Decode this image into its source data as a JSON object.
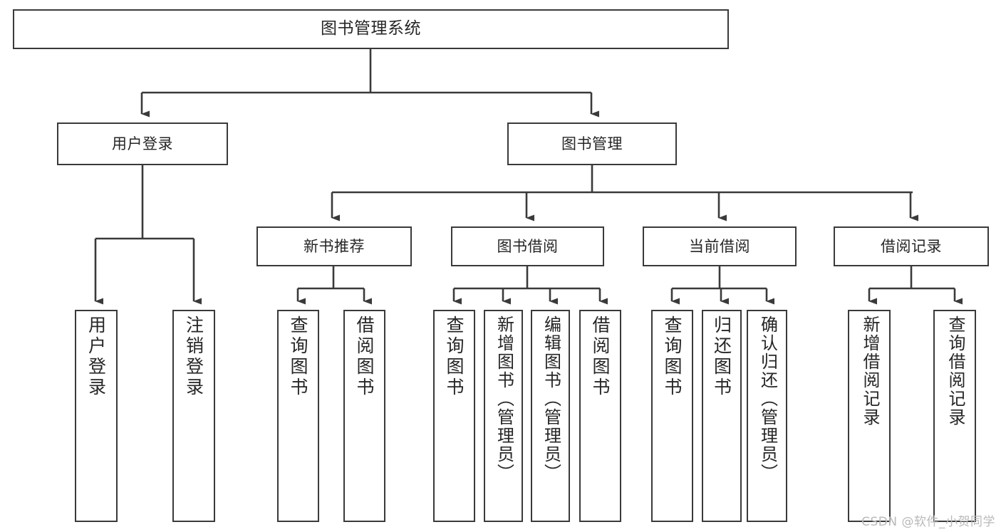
{
  "diagram": {
    "type": "tree",
    "title": "图书管理系统",
    "colors": {
      "box_border": "#3a3a3a",
      "box_fill": "#ffffff",
      "edge": "#3a3a3a",
      "text": "#262626",
      "watermark": "#b9b9b9",
      "background": "#ffffff"
    },
    "root": {
      "label": "图书管理系统"
    },
    "level2": [
      {
        "id": "user-login",
        "label": "用户登录"
      },
      {
        "id": "book-mgmt",
        "label": "图书管理"
      }
    ],
    "level3": [
      {
        "id": "new-book-rec",
        "label": "新书推荐"
      },
      {
        "id": "book-borrow",
        "label": "图书借阅"
      },
      {
        "id": "current-borrow",
        "label": "当前借阅"
      },
      {
        "id": "borrow-record",
        "label": "借阅记录"
      }
    ],
    "leaves": {
      "user-login": [
        "用户登录",
        "注销登录"
      ],
      "new-book-rec": [
        "查询图书",
        "借阅图书"
      ],
      "book-borrow": [
        "查询图书",
        "新增图书（管理员）",
        "编辑图书（管理员）",
        "借阅图书"
      ],
      "current-borrow": [
        "查询图书",
        "归还图书",
        "确认归还（管理员）"
      ],
      "borrow-record": [
        "新增借阅记录",
        "查询借阅记录"
      ]
    }
  },
  "watermark": {
    "text": "CSDN @软件_小贺同学"
  }
}
